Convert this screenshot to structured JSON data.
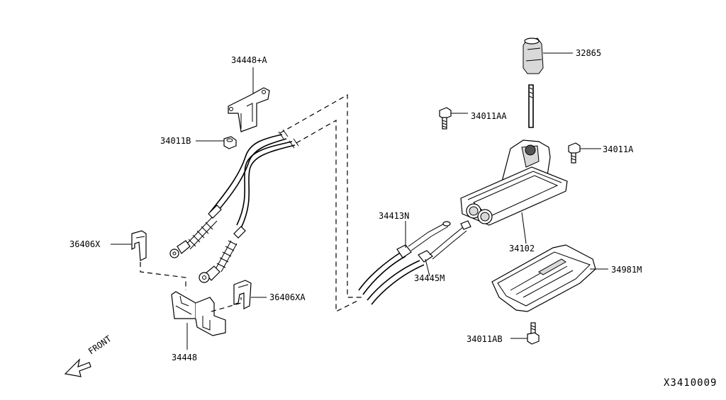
{
  "diagram": {
    "parts": [
      {
        "id": "p1",
        "label": "34448+A"
      },
      {
        "id": "p2",
        "label": "34011B"
      },
      {
        "id": "p3",
        "label": "36406X"
      },
      {
        "id": "p4",
        "label": "34448"
      },
      {
        "id": "p5",
        "label": "36406XA"
      },
      {
        "id": "p6",
        "label": "34413N"
      },
      {
        "id": "p7",
        "label": "34445M"
      },
      {
        "id": "p8",
        "label": "32865"
      },
      {
        "id": "p9",
        "label": "34011AA"
      },
      {
        "id": "p10",
        "label": "34011A"
      },
      {
        "id": "p11",
        "label": "34102"
      },
      {
        "id": "p12",
        "label": "34981M"
      },
      {
        "id": "p13",
        "label": "34011AB"
      }
    ],
    "front_label": "FRONT",
    "diagram_code": "X3410009"
  }
}
